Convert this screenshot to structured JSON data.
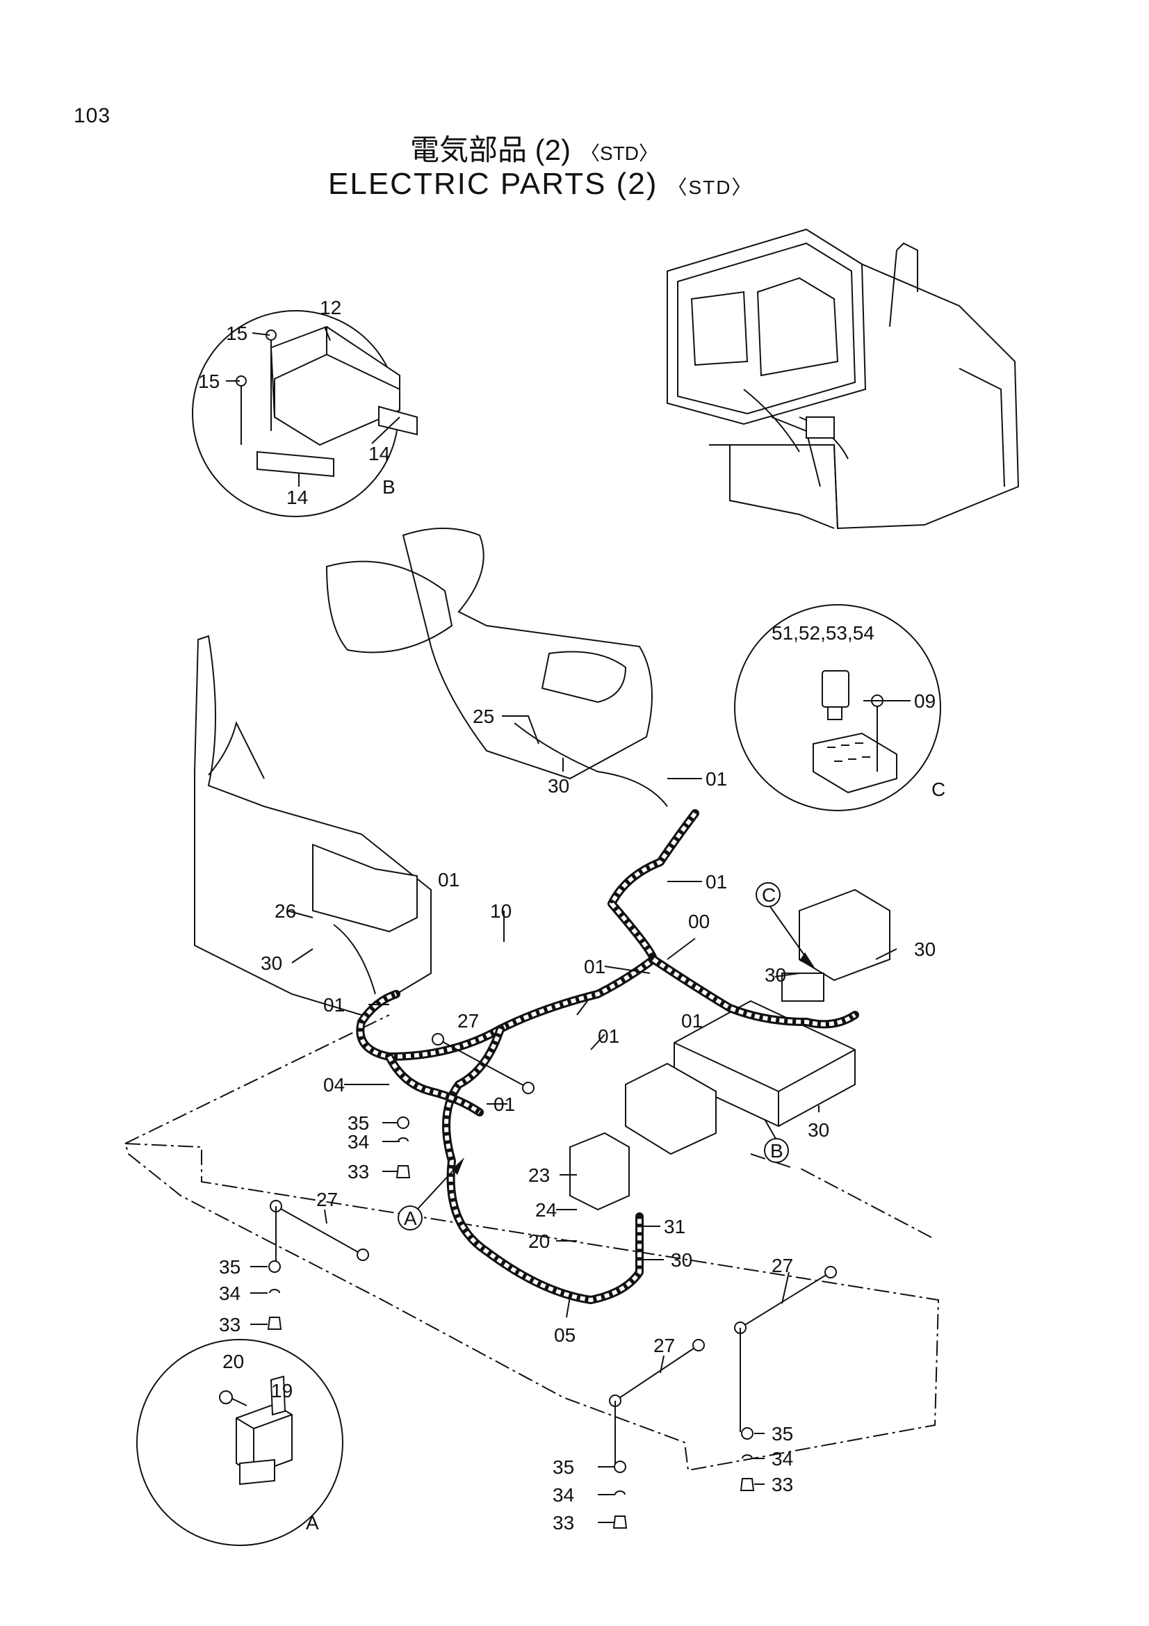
{
  "page_number": "103",
  "title_jp": "電気部品 (2)",
  "title_en": "ELECTRIC PARTS (2)",
  "variant": "〈STD〉",
  "detail_views": [
    "A",
    "B",
    "C"
  ],
  "callouts": [
    {
      "id": "c1",
      "label": "15"
    },
    {
      "id": "c2",
      "label": "12"
    },
    {
      "id": "c3",
      "label": "15"
    },
    {
      "id": "c4",
      "label": "14"
    },
    {
      "id": "c5",
      "label": "14"
    },
    {
      "id": "c6",
      "label": "B"
    },
    {
      "id": "c7",
      "label": "51,52,53,54"
    },
    {
      "id": "c8",
      "label": "09"
    },
    {
      "id": "c9",
      "label": "C"
    },
    {
      "id": "c10",
      "label": "25"
    },
    {
      "id": "c11",
      "label": "30"
    },
    {
      "id": "c12",
      "label": "01"
    },
    {
      "id": "c13",
      "label": "01"
    },
    {
      "id": "c14",
      "label": "01"
    },
    {
      "id": "c15",
      "label": "26"
    },
    {
      "id": "c16",
      "label": "30"
    },
    {
      "id": "c17",
      "label": "10"
    },
    {
      "id": "c18",
      "label": "00"
    },
    {
      "id": "c19",
      "label": "30"
    },
    {
      "id": "c20",
      "label": "30"
    },
    {
      "id": "c21",
      "label": "01"
    },
    {
      "id": "c22",
      "label": "01"
    },
    {
      "id": "c23",
      "label": "27"
    },
    {
      "id": "c24",
      "label": "01"
    },
    {
      "id": "c25",
      "label": "01"
    },
    {
      "id": "c26",
      "label": "04"
    },
    {
      "id": "c27",
      "label": "01"
    },
    {
      "id": "c28",
      "label": "35"
    },
    {
      "id": "c29",
      "label": "34"
    },
    {
      "id": "c30",
      "label": "33"
    },
    {
      "id": "c31",
      "label": "23"
    },
    {
      "id": "c32",
      "label": "24"
    },
    {
      "id": "c33",
      "label": "20"
    },
    {
      "id": "c34",
      "label": "31"
    },
    {
      "id": "c35",
      "label": "30"
    },
    {
      "id": "c36",
      "label": "30"
    },
    {
      "id": "c37",
      "label": "27"
    },
    {
      "id": "c38",
      "label": "35"
    },
    {
      "id": "c39",
      "label": "34"
    },
    {
      "id": "c40",
      "label": "33"
    },
    {
      "id": "c41",
      "label": "05"
    },
    {
      "id": "c42",
      "label": "27"
    },
    {
      "id": "c43",
      "label": "27"
    },
    {
      "id": "c44",
      "label": "20"
    },
    {
      "id": "c45",
      "label": "19"
    },
    {
      "id": "c46",
      "label": "A"
    },
    {
      "id": "c47",
      "label": "35"
    },
    {
      "id": "c48",
      "label": "34"
    },
    {
      "id": "c49",
      "label": "33"
    },
    {
      "id": "c50",
      "label": "35"
    },
    {
      "id": "c51",
      "label": "34"
    },
    {
      "id": "c52",
      "label": "33"
    }
  ],
  "ref_markers": [
    {
      "id": "mC",
      "label": "C"
    },
    {
      "id": "mB",
      "label": "B"
    },
    {
      "id": "mA",
      "label": "A"
    }
  ]
}
